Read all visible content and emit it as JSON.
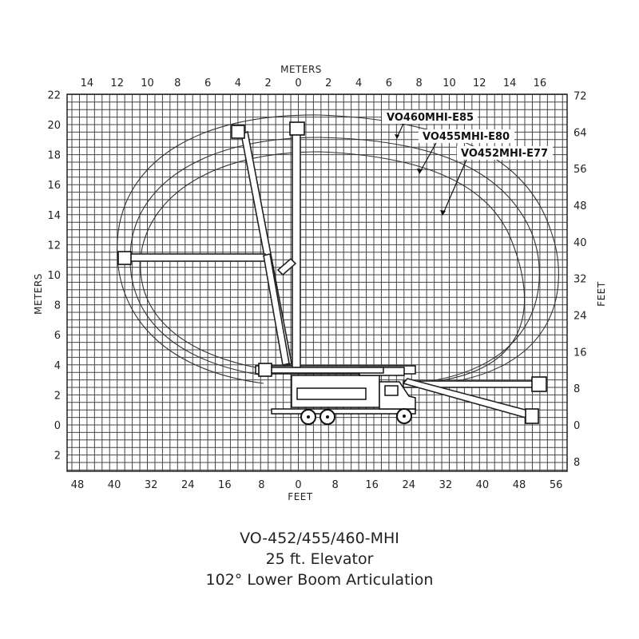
{
  "axes": {
    "top_title": "METERS",
    "left_title": "METERS",
    "right_title": "FEET",
    "bottom_title": "FEET",
    "top_ticks": [
      "14",
      "12",
      "10",
      "8",
      "6",
      "4",
      "2",
      "0",
      "2",
      "4",
      "6",
      "8",
      "10",
      "12",
      "14",
      "16"
    ],
    "left_ticks": [
      "22",
      "20",
      "18",
      "16",
      "14",
      "12",
      "10",
      "8",
      "6",
      "4",
      "2",
      "0",
      "2"
    ],
    "bottom_ticks": [
      "48",
      "40",
      "32",
      "24",
      "16",
      "8",
      "0",
      "8",
      "16",
      "24",
      "32",
      "40",
      "48",
      "56"
    ],
    "right_ticks": [
      "72",
      "64",
      "56",
      "48",
      "40",
      "32",
      "24",
      "16",
      "8",
      "0",
      "8"
    ]
  },
  "models": [
    {
      "label": "VO460MHI-E85"
    },
    {
      "label": "VO455MHI-E80"
    },
    {
      "label": "VO452MHI-E77"
    }
  ],
  "caption": {
    "line1": "VO-452/455/460-MHI",
    "line2": "25 ft. Elevator",
    "line3": "102° Lower Boom Articulation"
  }
}
